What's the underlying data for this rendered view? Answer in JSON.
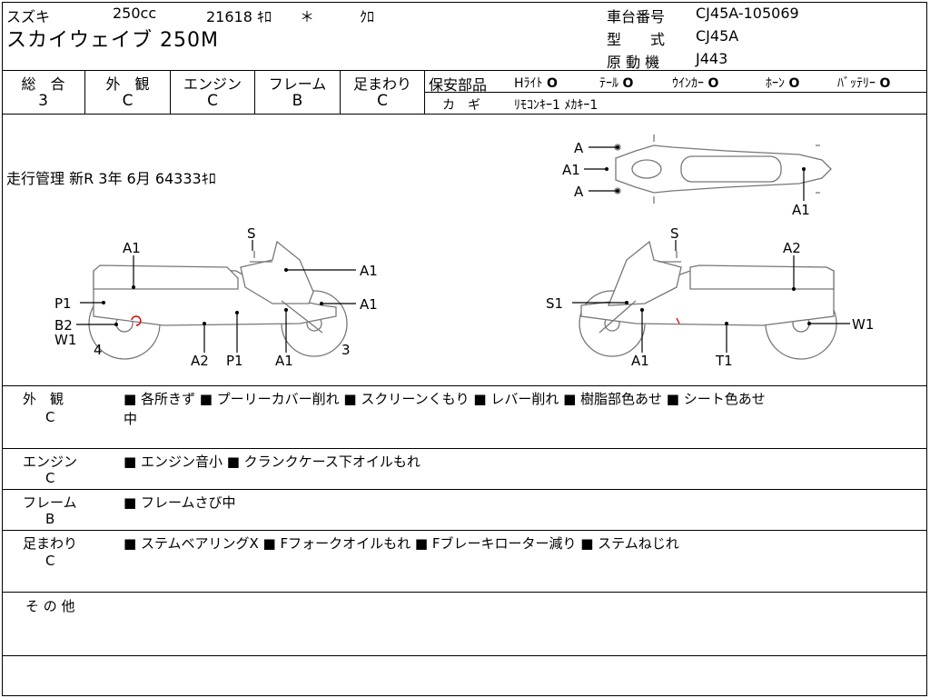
{
  "header": {
    "maker": "スズキ",
    "displacement": "250cc",
    "mileage": "21618 ｷﾛ",
    "mileage_mark": "＊",
    "color": "ｸﾛ",
    "model_name": "スカイウェイブ 250M",
    "chassis_label": "車台番号",
    "chassis_value": "CJ45A-105069",
    "type_label": "型　　式",
    "type_value": "CJ45A",
    "engine_label": "原 動 機",
    "engine_value": "J443"
  },
  "grades": {
    "overall_label": "総　合",
    "overall_value": "3",
    "exterior_label": "外　観",
    "exterior_value": "C",
    "engine_label": "エンジン",
    "engine_value": "C",
    "frame_label": "フレーム",
    "frame_value": "B",
    "suspension_label": "足まわり",
    "suspension_value": "C"
  },
  "safety": {
    "label": "保安部品",
    "items": [
      {
        "name": "Hﾗｲﾄ",
        "mark": "O"
      },
      {
        "name": "ﾃｰﾙ",
        "mark": "O"
      },
      {
        "name": "ｳｲﾝｶｰ",
        "mark": "O"
      },
      {
        "name": "ﾎｰﾝ",
        "mark": "O"
      },
      {
        "name": "ﾊﾞｯﾃﾘｰ",
        "mark": "O"
      }
    ],
    "key_label": "カ　ギ",
    "key_value": "ﾘﾓｺﾝｷｰ1 ﾒｶｷｰ1"
  },
  "travel": {
    "text": "走行管理 新R 3年 6月 64333ｷﾛ"
  },
  "diagram": {
    "top_view": {
      "labels": [
        "A",
        "A1",
        "A",
        "A1"
      ]
    },
    "left_view": {
      "labels": [
        "S",
        "A1",
        "A1",
        "A1",
        "P1",
        "B2",
        "W1",
        "4",
        "A2",
        "P1",
        "A1",
        "3"
      ]
    },
    "right_view": {
      "labels": [
        "S",
        "A2",
        "S1",
        "W1",
        "A1",
        "T1"
      ]
    }
  },
  "remarks": [
    {
      "label": "外　観",
      "grade": "C",
      "text": "■ 各所きず ■ プーリーカバー削れ ■ スクリーンくもり ■ レバー削れ ■ 樹脂部色あせ ■ シート色あせ",
      "text2": "中"
    },
    {
      "label": "エンジン",
      "grade": "C",
      "text": "■ エンジン音小 ■ クランクケース下オイルもれ",
      "text2": ""
    },
    {
      "label": "フレーム",
      "grade": "B",
      "text": "■ フレームさび中",
      "text2": ""
    },
    {
      "label": "足まわり",
      "grade": "C",
      "text": "■ ステムベアリングX ■ Fフォークオイルもれ ■ Fブレーキローター減り ■ ステムねじれ",
      "text2": ""
    },
    {
      "label": "そ の 他",
      "grade": "",
      "text": "",
      "text2": ""
    }
  ]
}
